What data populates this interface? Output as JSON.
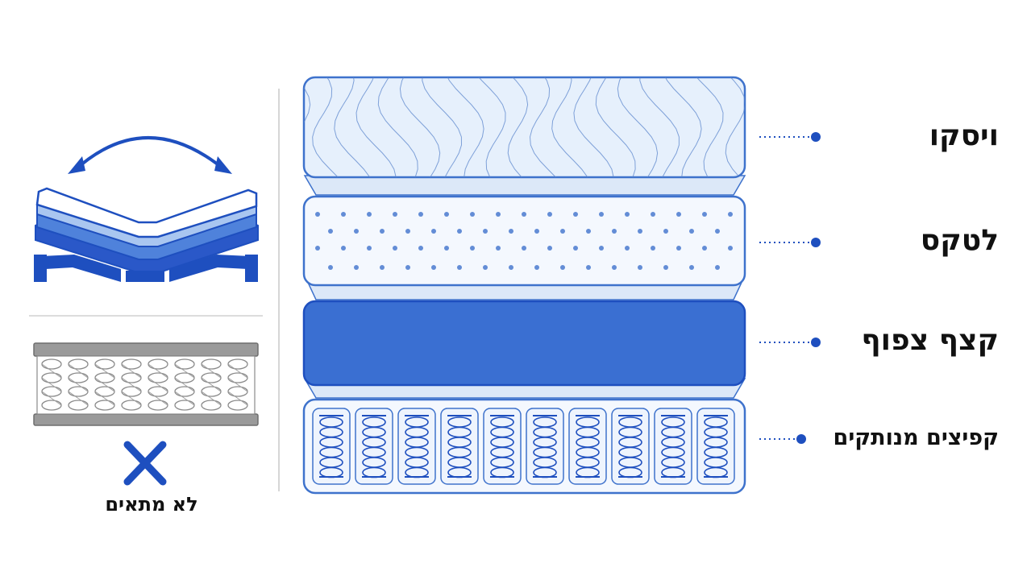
{
  "colors": {
    "primary": "#1E4FBF",
    "layer_blue": "#3A6FD2",
    "light_blue": "#DDEBFA",
    "pale_blue": "#EAF2FC",
    "outline": "#3E72CC",
    "grey": "#9A9A9A",
    "x_mark": "#1E4FBF"
  },
  "layers": [
    {
      "label": "ויסקו",
      "pattern": "wave"
    },
    {
      "label": "לטקס",
      "pattern": "dots"
    },
    {
      "label": "קצף צפוף",
      "pattern": "solid"
    },
    {
      "label": "קפיצים מנותקים",
      "pattern": "pocket-springs"
    }
  ],
  "pocket_spring_count": 10,
  "bonnell_spring_count": 8,
  "adjustable_bed": {
    "icon": "adjustable-bed-icon",
    "arrow": "double-arrow-icon"
  },
  "incompatible": {
    "icon": "x-mark-icon",
    "caption": "לא מתאים"
  }
}
